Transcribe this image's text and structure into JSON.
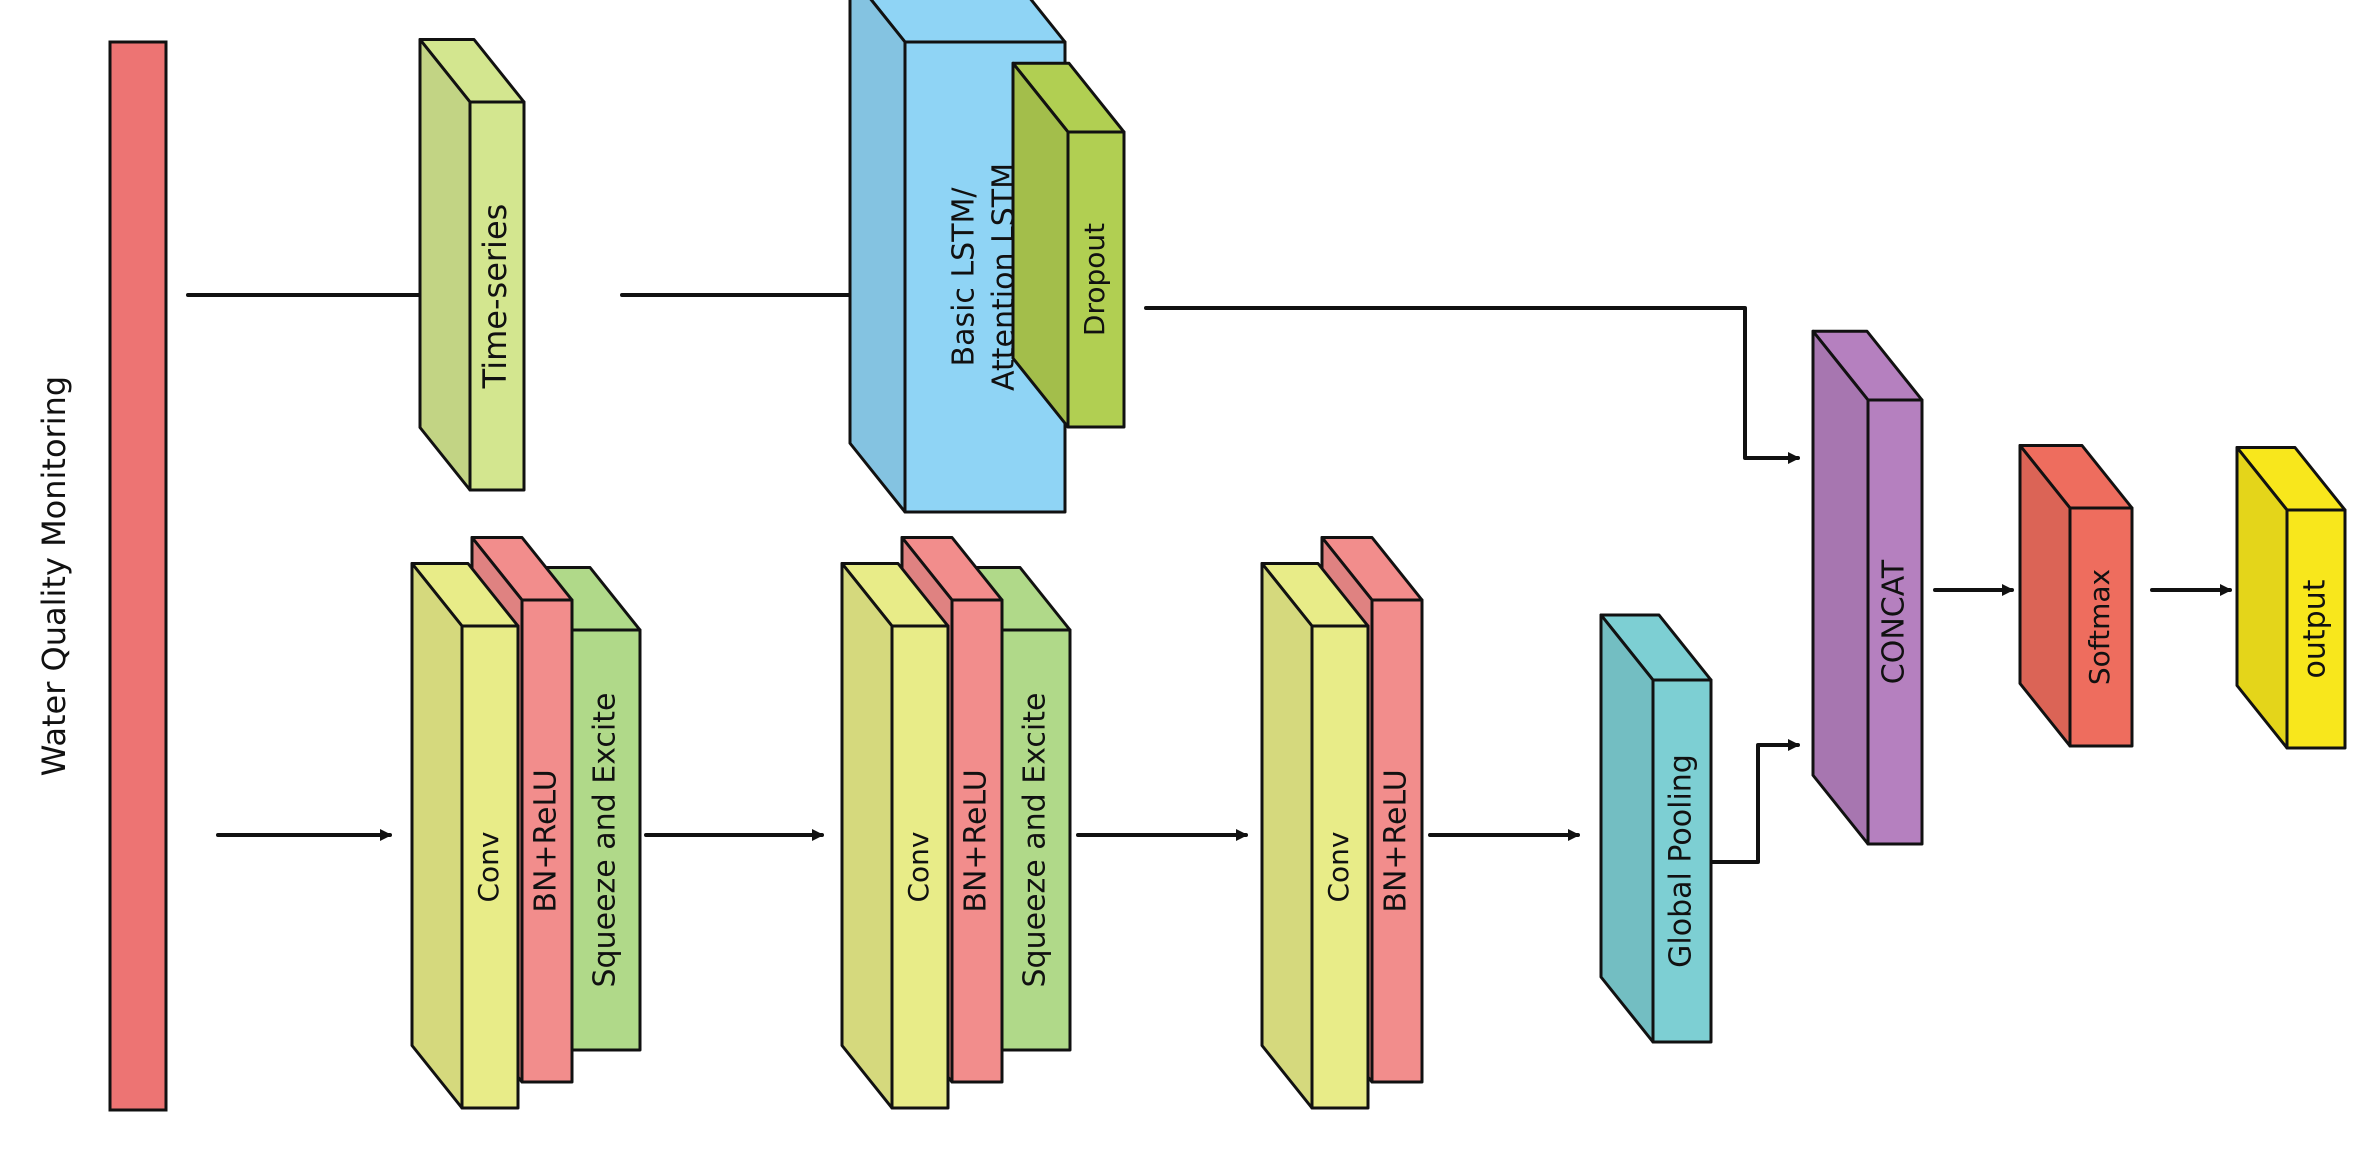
{
  "input_label": "Water Quality Monitoring",
  "blocks": {
    "time_series": "Time-series",
    "lstm_line1": "Basic LSTM/",
    "lstm_line2": "Attention LSTM",
    "dropout": "Dropout",
    "conv_1": "Conv",
    "bn_relu_1": "BN+ReLU",
    "se_1": "Squeeze and Excite",
    "conv_2": "Conv",
    "bn_relu_2": "BN+ReLU",
    "se_2": "Squeeze and Excite",
    "conv_3": "Conv",
    "bn_relu_3": "BN+ReLU",
    "global_pooling": "Global Pooling",
    "concat": "CONCAT",
    "softmax": "Softmax",
    "output": "output"
  },
  "colors": {
    "input_bar": "#ed7473",
    "time_series": "#d3e68f",
    "lstm": "#8fd4f5",
    "dropout": "#b1cf52",
    "conv": "#e8ec88",
    "bn_relu": "#f28d8c",
    "squeeze_excite": "#b0d989",
    "global_pooling": "#7dcfd3",
    "concat": "#b580bf",
    "softmax": "#ee6d5e",
    "output": "#f8e71c"
  }
}
